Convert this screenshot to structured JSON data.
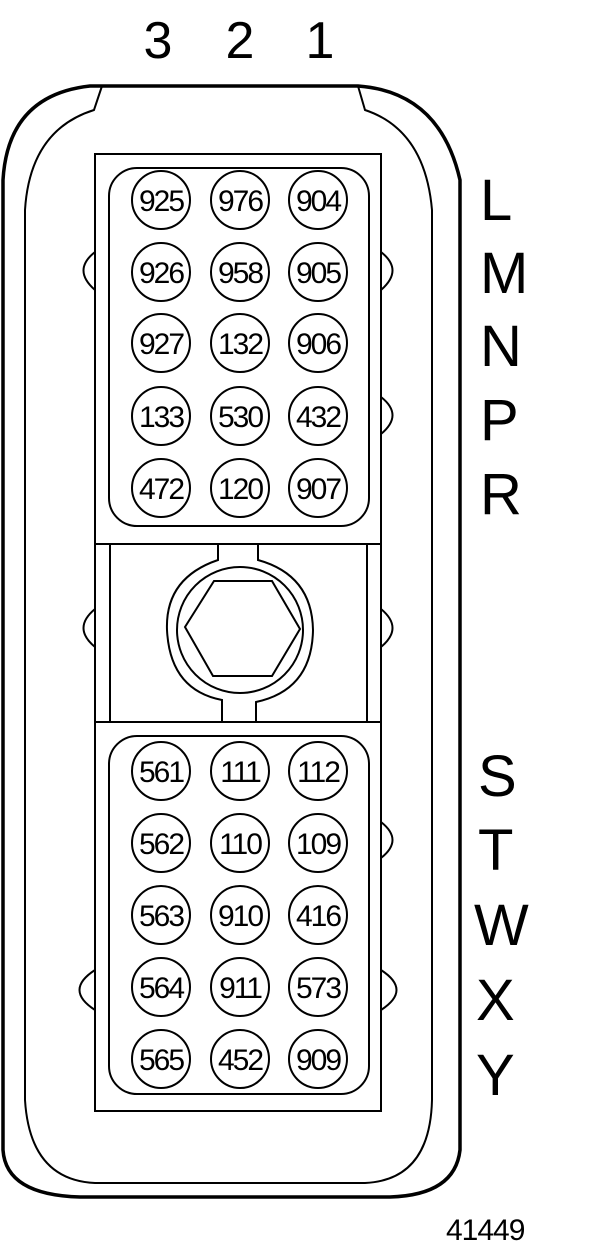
{
  "diagram": {
    "type": "connector-pinout",
    "figure_id": "41449",
    "column_labels": [
      "3",
      "2",
      "1"
    ],
    "upper_block": {
      "row_labels": [
        "L",
        "M",
        "N",
        "P",
        "R"
      ],
      "rows": [
        [
          "925",
          "976",
          "904"
        ],
        [
          "926",
          "958",
          "905"
        ],
        [
          "927",
          "132",
          "906"
        ],
        [
          "133",
          "530",
          "432"
        ],
        [
          "472",
          "120",
          "907"
        ]
      ]
    },
    "lower_block": {
      "row_labels": [
        "S",
        "T",
        "W",
        "X",
        "Y"
      ],
      "rows": [
        [
          "561",
          "111",
          "112"
        ],
        [
          "562",
          "110",
          "109"
        ],
        [
          "563",
          "910",
          "416"
        ],
        [
          "564",
          "911",
          "573"
        ],
        [
          "565",
          "452",
          "909"
        ]
      ]
    },
    "center": {
      "element": "hex-jackscrew"
    },
    "colors": {
      "line": "#000000",
      "background": "#ffffff"
    }
  }
}
